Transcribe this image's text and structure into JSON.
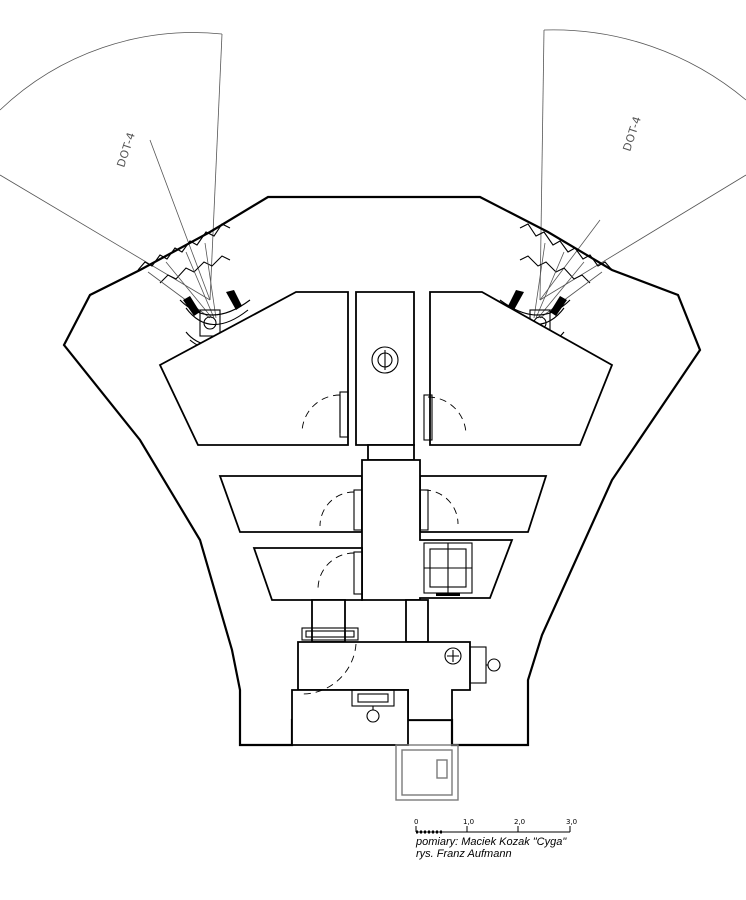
{
  "annotations": {
    "sector_left": "DOT-4",
    "sector_right": "DOT-4"
  },
  "scale_bar": {
    "ticks": [
      "0",
      "1,0",
      "2,0",
      "3,0"
    ]
  },
  "credits": {
    "measurements": "pomiary: Maciek Kozak \"Cyga\"",
    "drawing": "rys. Franz Aufmann"
  },
  "icons": [
    "turret-ring-icon",
    "periscope-icon",
    "hatch-icon",
    "ventilator-icon",
    "stove-icon"
  ]
}
